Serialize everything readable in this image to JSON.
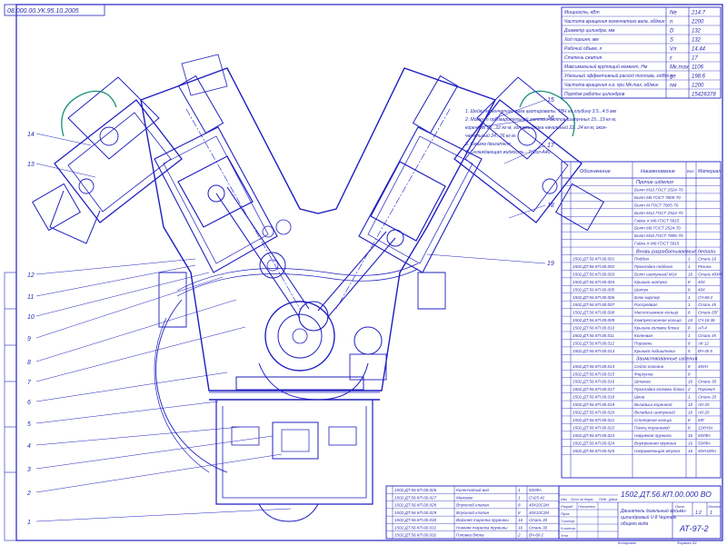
{
  "stamp_top": "08.000.00.УК.95.10.2005",
  "specs": [
    {
      "label": "Мощность, кВт",
      "sym": "Ne",
      "val": "214.7"
    },
    {
      "label": "Частота вращения коленчатого вала, об/мин",
      "sym": "n",
      "val": "2200"
    },
    {
      "label": "Диаметр цилиндра, мм",
      "sym": "D",
      "val": "132"
    },
    {
      "label": "Ход поршня, мм",
      "sym": "S",
      "val": "132"
    },
    {
      "label": "Рабочий объем, л",
      "sym": "Vл",
      "val": "14.44"
    },
    {
      "label": "Степень сжатия",
      "sym": "ε",
      "val": "17"
    },
    {
      "label": "Максимальный крутящий момент, Нм",
      "sym": "Mк.max",
      "val": "1106"
    },
    {
      "label": "Удельный эффективный расход топлива, г/кВт·ч",
      "sym": "ge",
      "val": "198.6"
    },
    {
      "label": "Частота вращения к.в. при Mк.max, об/мин",
      "sym": "nм",
      "val": "1200"
    },
    {
      "label": "Порядок работы цилиндров",
      "sym": "",
      "val": "15426378"
    }
  ],
  "notes": [
    "1. Шейки коленчатого вала азотировать. ТВЧ на глубину 3.5...4.5 мм",
    "2. Момент предварительной затяжки болтов шатунных 15...19 кг·м,",
    "коренных 20...22 кг·м, головки блока начальный 22...24 кг·м, окон-",
    "чательный 24...26 кг·м.",
    "3. Смазка двигателя",
    "4. Охлаждающая жидкость - Тосол-А40."
  ],
  "parts_header": [
    "Обозначение",
    "Наименование",
    "Кол.",
    "Материал"
  ],
  "parts_sections": {
    "standard": "Прочие изделия",
    "borrowed": "Вновь разрабатываемые детали",
    "assembly": "Заимствованные изделия"
  },
  "parts_standard": [
    {
      "name": "Болт М10 ГОСТ 2524-70",
      "qty": "",
      "mat": ""
    },
    {
      "name": "Болт М6 ГОСТ 7805-70",
      "qty": "",
      "mat": ""
    },
    {
      "name": "Болт М ГОСТ 7805-70",
      "qty": "",
      "mat": ""
    },
    {
      "name": "Болт М12 ГОСТ 2524-70",
      "qty": "",
      "mat": ""
    },
    {
      "name": "Гайка Х-М6-ГОСТ 5915",
      "qty": "",
      "mat": ""
    },
    {
      "name": "Болт М6 ГОСТ 2524-70",
      "qty": "",
      "mat": ""
    },
    {
      "name": "Болт М16 ГОСТ 7805-70",
      "qty": "",
      "mat": ""
    },
    {
      "name": "Гайка Х-М6-ГОСТ 5915",
      "qty": "",
      "mat": ""
    }
  ],
  "parts_new": [
    {
      "code": "1502.ДТ.56.КП.00.001",
      "name": "Поддон",
      "qty": "1",
      "mat": "Сталь 10"
    },
    {
      "code": "1502.ДТ.56.КП.00.002",
      "name": "Прокладка поддона",
      "qty": "1",
      "mat": "Резина"
    },
    {
      "code": "1502.ДТ.56.КП.00.003",
      "name": "Болт шатунный М14",
      "qty": "16",
      "mat": "Сталь 40ХН"
    },
    {
      "code": "1502.ДТ.56.КП.00.004",
      "name": "Крышка шатуна",
      "qty": "8",
      "mat": "40Х"
    },
    {
      "code": "1502.ДТ.56.КП.00.005",
      "name": "Шатун",
      "qty": "8",
      "mat": "40Х"
    },
    {
      "code": "1502.ДТ.56.КП.00.006",
      "name": "Блок-картер",
      "qty": "1",
      "mat": "СЧ-60-2"
    },
    {
      "code": "1502.ДТ.56.КП.00.007",
      "name": "Распредвал",
      "qty": "1",
      "mat": "Сталь 45"
    },
    {
      "code": "1502.ДТ.56.КП.00.008",
      "name": "Маслосъемное кольцо",
      "qty": "8",
      "mat": "Сталь 65Г"
    },
    {
      "code": "1502.ДТ.56.КП.00.009",
      "name": "Компрессионное кольцо",
      "qty": "24",
      "mat": "СЧ-18-36"
    },
    {
      "code": "1502.ДТ.56.КП.00.010",
      "name": "Крышка головки блока",
      "qty": "8",
      "mat": "АЛ-4"
    },
    {
      "code": "1502.ДТ.56.КП.00.011",
      "name": "Коленвал",
      "qty": "1",
      "mat": "Сталь 45"
    },
    {
      "code": "1502.ДТ.56.КП.00.012",
      "name": "Поршень",
      "qty": "8",
      "mat": "АК-12"
    },
    {
      "code": "1502.ДТ.56.КП.00.013",
      "name": "Крышка подшипника",
      "qty": "5",
      "mat": "ВЧ-45-5"
    }
  ],
  "parts_borrowed": [
    {
      "code": "1502.ДТ.56.КП.00.014",
      "name": "Седло клапана",
      "qty": "8",
      "mat": "40ХН"
    },
    {
      "code": "1502.ДТ.56.КП.00.015",
      "name": "Форсунка",
      "qty": "8",
      "mat": ""
    },
    {
      "code": "1502.ДТ.56.КП.00.016",
      "name": "Штанга",
      "qty": "16",
      "mat": "Сталь 30"
    },
    {
      "code": "1502.ДТ.56.КП.00.017",
      "name": "Прокладка головки блока",
      "qty": "2",
      "mat": "Паронит"
    },
    {
      "code": "1502.ДТ.56.КП.00.018",
      "name": "Шкив",
      "qty": "1",
      "mat": "Сталь 20"
    },
    {
      "code": "1502.ДТ.56.КП.00.019",
      "name": "Вкладыш коренной",
      "qty": "10",
      "mat": "АО-20"
    },
    {
      "code": "1502.ДТ.56.КП.00.020",
      "name": "Вкладыш шатунный",
      "qty": "16",
      "mat": "АО-20"
    },
    {
      "code": "1502.ДТ.56.КП.00.021",
      "name": "Стопорное кольцо",
      "qty": "8",
      "mat": "65Г"
    },
    {
      "code": "1502.ДТ.56.КП.00.022",
      "name": "Палец поршневой",
      "qty": "8",
      "mat": "12ХН3А"
    },
    {
      "code": "1502.ДТ.56.КП.00.023",
      "name": "Наружная пружина",
      "qty": "16",
      "mat": "50ХФА"
    },
    {
      "code": "1502.ДТ.56.КП.00.024",
      "name": "Внутренняя пружина",
      "qty": "16",
      "mat": "50ХФА"
    },
    {
      "code": "1502.ДТ.56.КП.00.025",
      "name": "Направляющая втулка",
      "qty": "16",
      "mat": "40ХН2МА"
    }
  ],
  "parts_bottom": [
    {
      "code": "1502.ДТ.56.КП.00.026",
      "name": "Коленчатый вал",
      "qty": "1",
      "mat": "50ХФА"
    },
    {
      "code": "1502.ДТ.56.КП.00.027",
      "name": "Маховик",
      "qty": "1",
      "mat": "СЧ25-42"
    },
    {
      "code": "1502.ДТ.56.КП.00.028",
      "name": "Впускной клапан",
      "qty": "8",
      "mat": "40Х10С2М"
    },
    {
      "code": "1502.ДТ.56.КП.00.029",
      "name": "Впускной клапан",
      "qty": "8",
      "mat": "40Х10С2М"
    },
    {
      "code": "1502.ДТ.56.КП.00.030",
      "name": "Верхняя тарелка пружины",
      "qty": "16",
      "mat": "Сталь 30"
    },
    {
      "code": "1502.ДТ.56.КП.00.031",
      "name": "Нижняя тарелка пружины",
      "qty": "16",
      "mat": "Сталь 30"
    },
    {
      "code": "1502.ДТ.56.КП.00.032",
      "name": "Головка блока",
      "qty": "2",
      "mat": "ВЧ-60-2"
    }
  ],
  "title_block": {
    "designation": "1502.ДТ.56.КП.00.000 ВО",
    "name_line1": "Двигатель дизельный восьми-",
    "name_line2": "цилиндровый V-8 Чертеж",
    "name_line3": "общего вида",
    "group": "АТ-97-2",
    "roles": [
      "Разраб.",
      "Пров.",
      "Т.контр.",
      "Н.контр.",
      "Утв."
    ],
    "people": [
      "Гонькевич",
      "",
      "",
      "",
      ""
    ],
    "col_heads": [
      "Изм.",
      "Лист",
      "№ докум.",
      "Подп.",
      "Дата"
    ],
    "sheet_label": "Лист",
    "sheets_label": "Листов",
    "sheet_no": "1",
    "scale": "1:2",
    "copied": "Копировал",
    "format": "Формат А1"
  },
  "callouts": [
    "14",
    "13",
    "12",
    "11",
    "10",
    "9",
    "8",
    "7",
    "6",
    "5",
    "4",
    "3",
    "2",
    "1",
    "15",
    "16",
    "17",
    "18",
    "19"
  ]
}
